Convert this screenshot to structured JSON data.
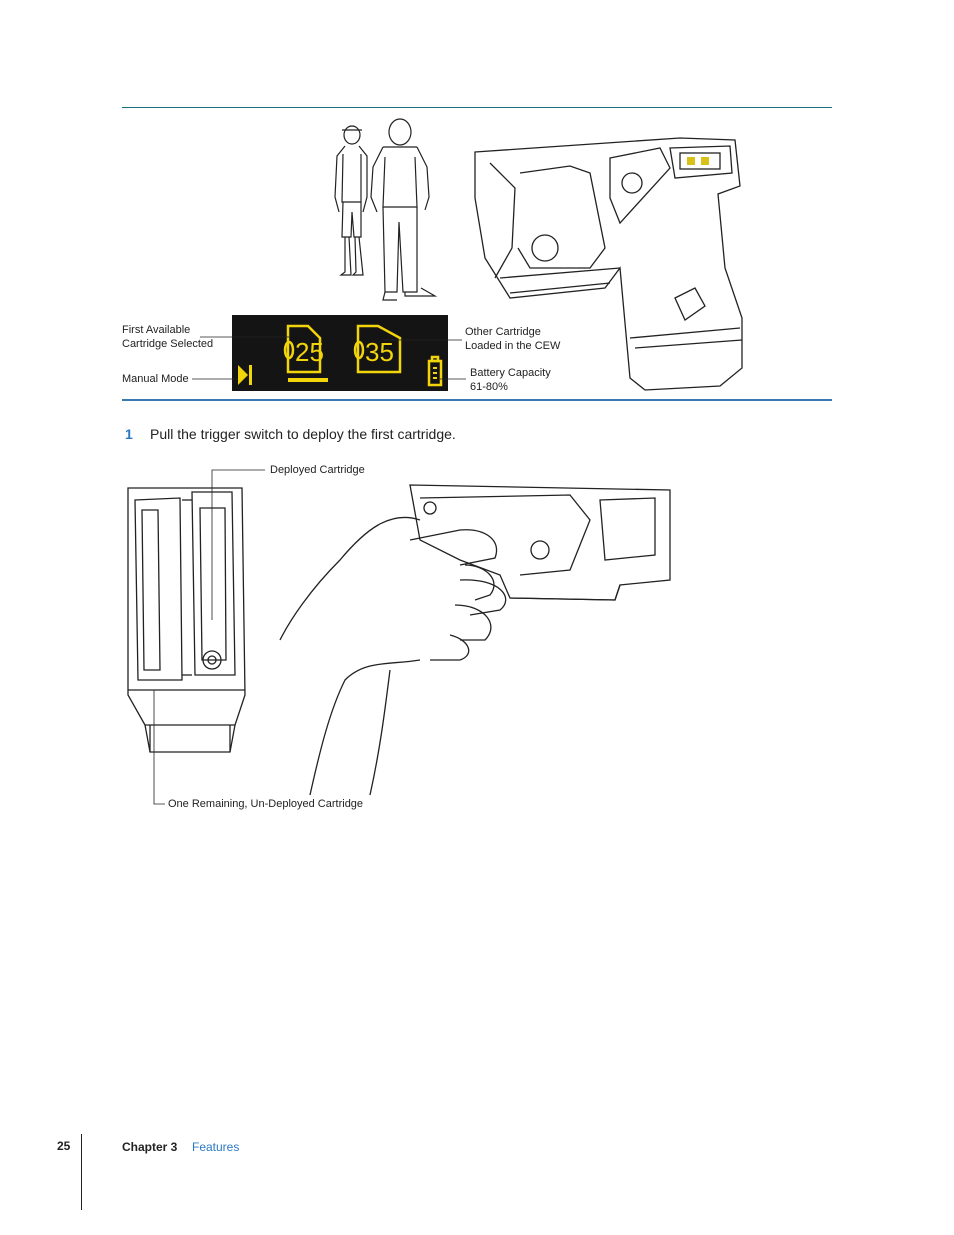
{
  "figure1": {
    "labels": {
      "first_available_line1": "First Available",
      "first_available_line2": "Cartridge Selected",
      "manual_mode": "Manual Mode",
      "other_cartridge_line1": "Other Cartridge",
      "other_cartridge_line2": "Loaded in the CEW",
      "battery_line1": "Battery Capacity",
      "battery_line2": "61-80%"
    },
    "display": {
      "bay1_value": "25",
      "bay2_value": "35",
      "display_color": "#f2d40a"
    }
  },
  "step": {
    "number": "1",
    "text": "Pull the trigger switch to deploy the first cartridge."
  },
  "figure2": {
    "labels": {
      "deployed": "Deployed Cartridge",
      "remaining": "One Remaining, Un-Deployed Cartridge"
    }
  },
  "footer": {
    "page_number": "25",
    "chapter": "Chapter 3",
    "section": "Features"
  },
  "colors": {
    "accent_blue": "#2b78c4",
    "top_rule": "#1d6e7a"
  }
}
